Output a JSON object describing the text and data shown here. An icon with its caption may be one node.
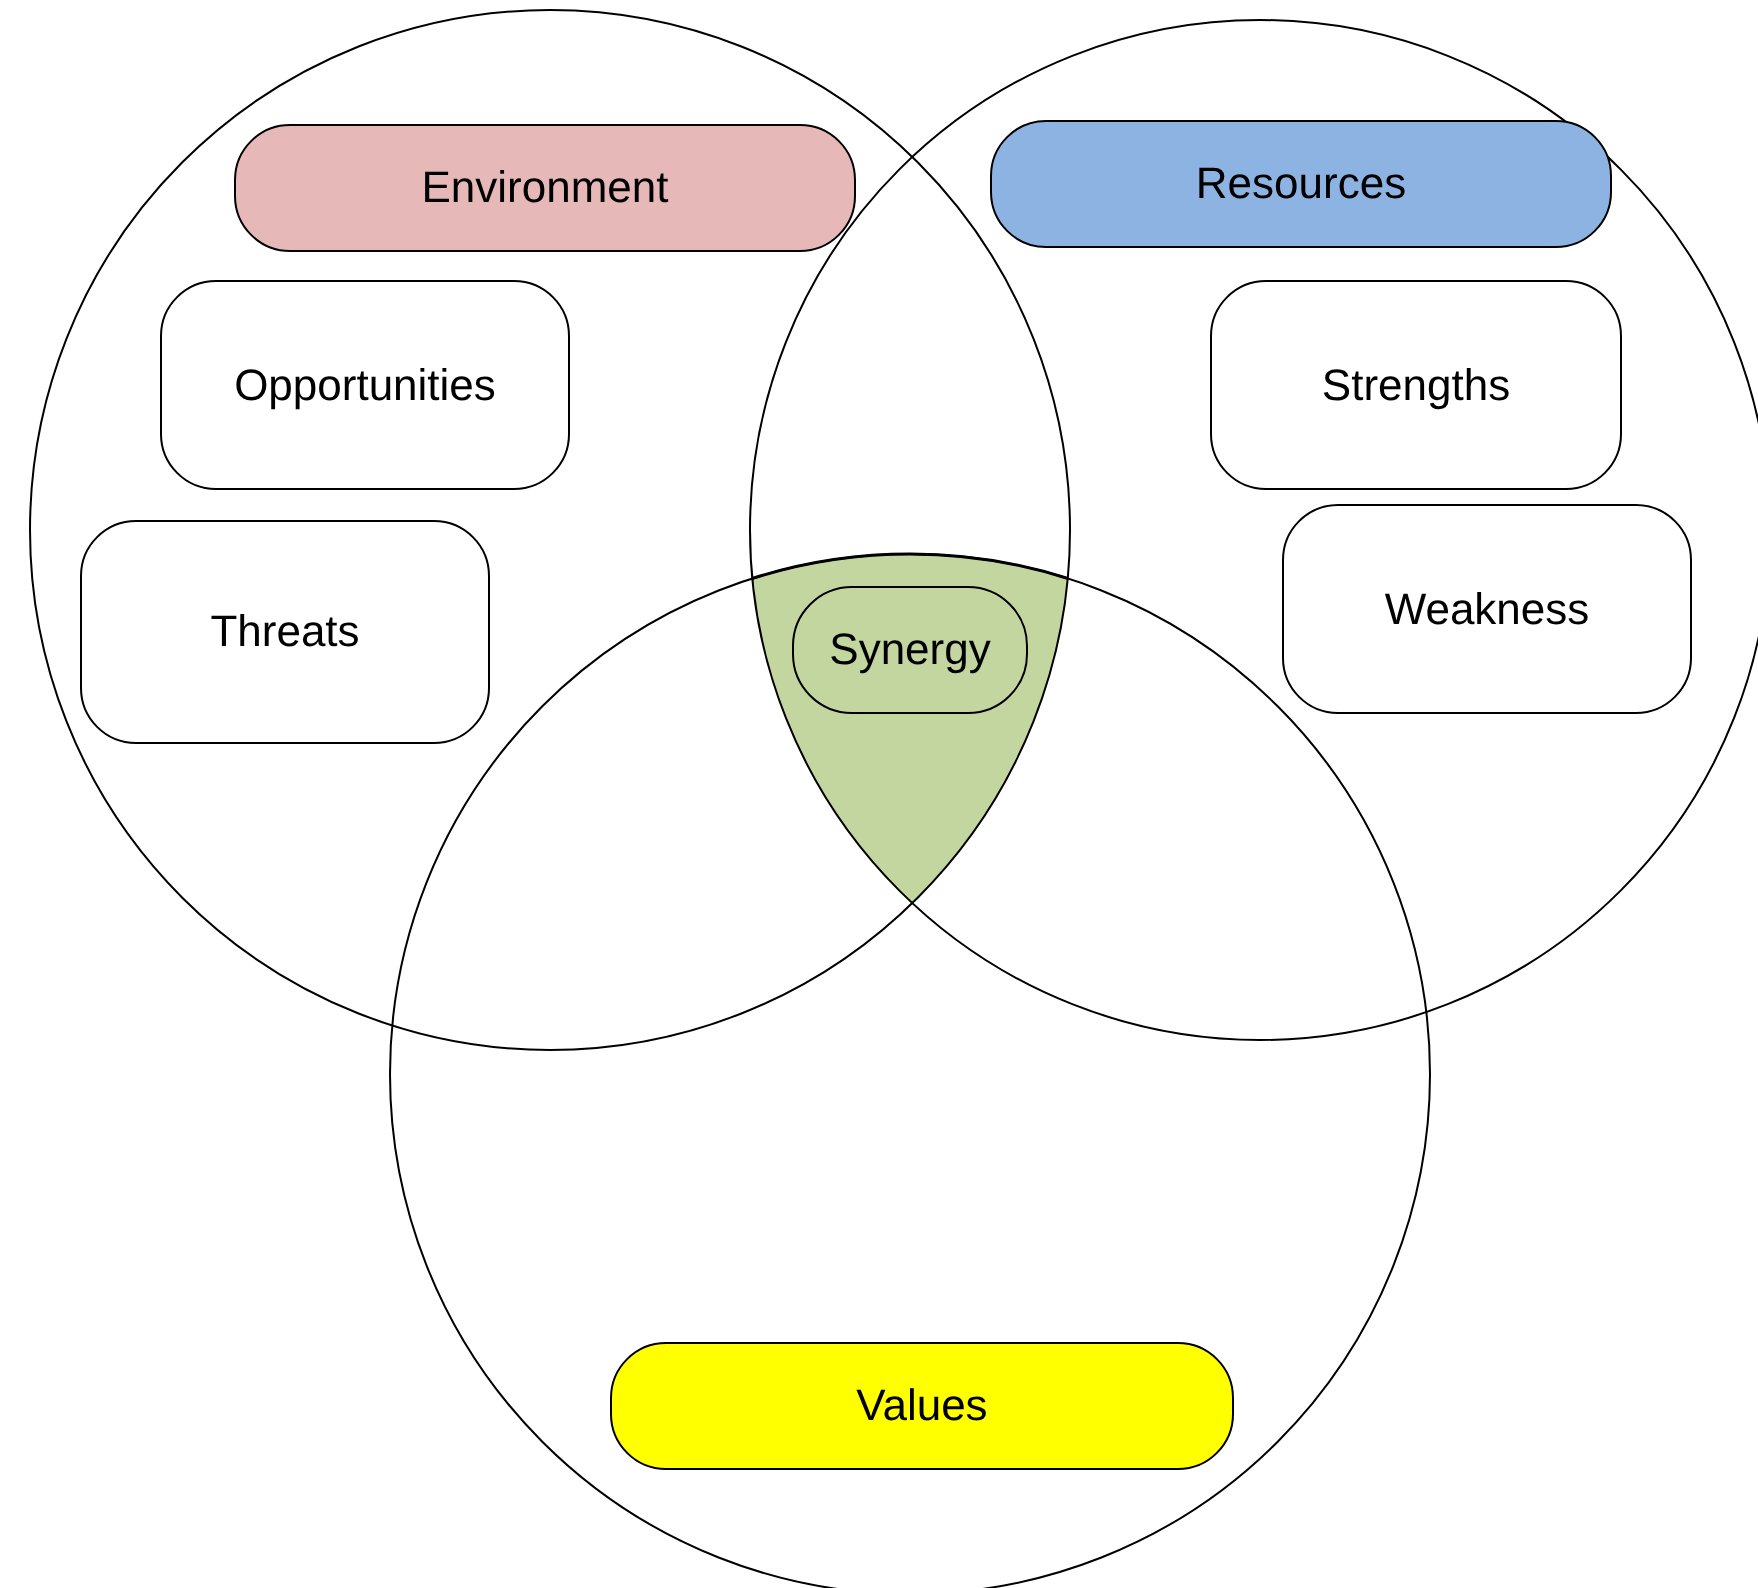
{
  "diagram": {
    "nodes": [
      {
        "text": [
          "Environment"
        ]
      },
      {
        "text": [
          "Resources"
        ]
      },
      {
        "text": [
          "Opportunities"
        ]
      },
      {
        "text": [
          "Strengths"
        ]
      },
      {
        "text": [
          "Threats"
        ]
      },
      {
        "text": [
          "Weakness"
        ]
      },
      {
        "text": [
          "Synergy"
        ]
      },
      {
        "text": [
          "Values"
        ]
      }
    ]
  }
}
